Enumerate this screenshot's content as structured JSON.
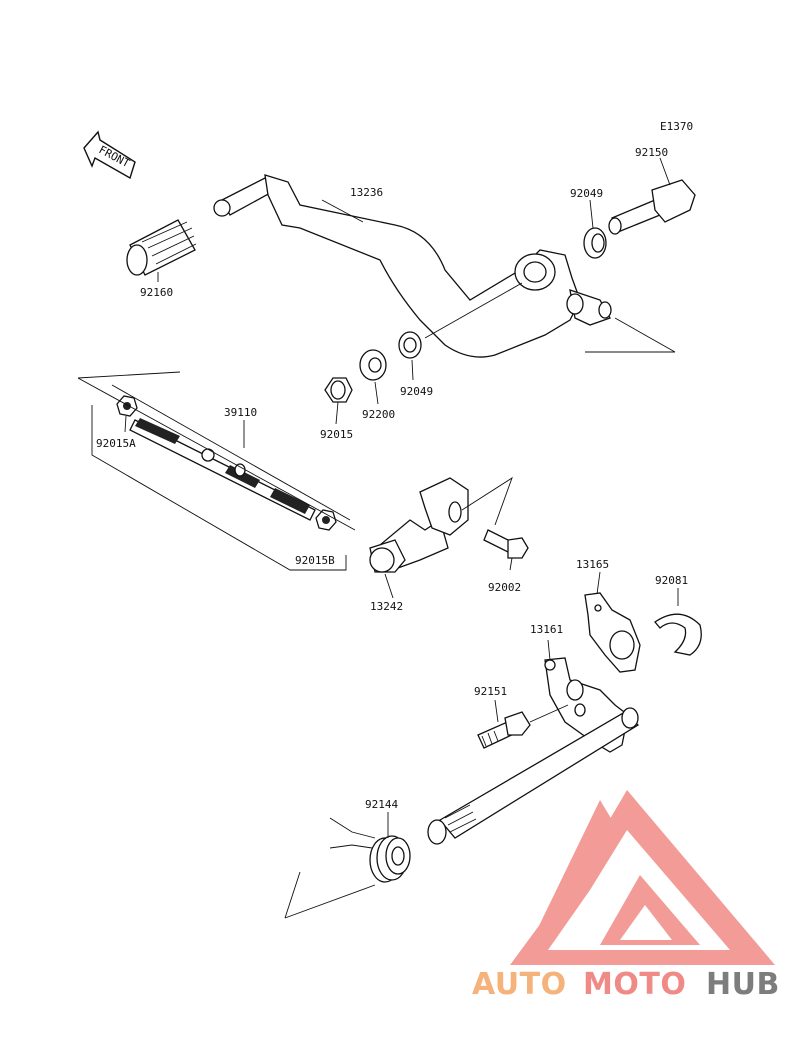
{
  "diagram_code": "E1370",
  "front_arrow_label": "FRONT",
  "parts": {
    "p13236": "13236",
    "p92150": "92150",
    "p92049a": "92049",
    "p92049b": "92049",
    "p92160": "92160",
    "p92200": "92200",
    "p92015": "92015",
    "p39110": "39110",
    "p92015A": "92015A",
    "p92015B": "92015B",
    "p13242": "13242",
    "p92002": "92002",
    "p13165": "13165",
    "p92081": "92081",
    "p13161": "13161",
    "p92151": "92151",
    "p92144": "92144"
  },
  "watermark": {
    "part1": "AUTO",
    "part2": "MOTO",
    "part3": "HUB",
    "colors": {
      "auto": "#f5b27a",
      "moto": "#f08a86",
      "hub": "#7d7d7d",
      "logo": "#f08a86"
    }
  }
}
